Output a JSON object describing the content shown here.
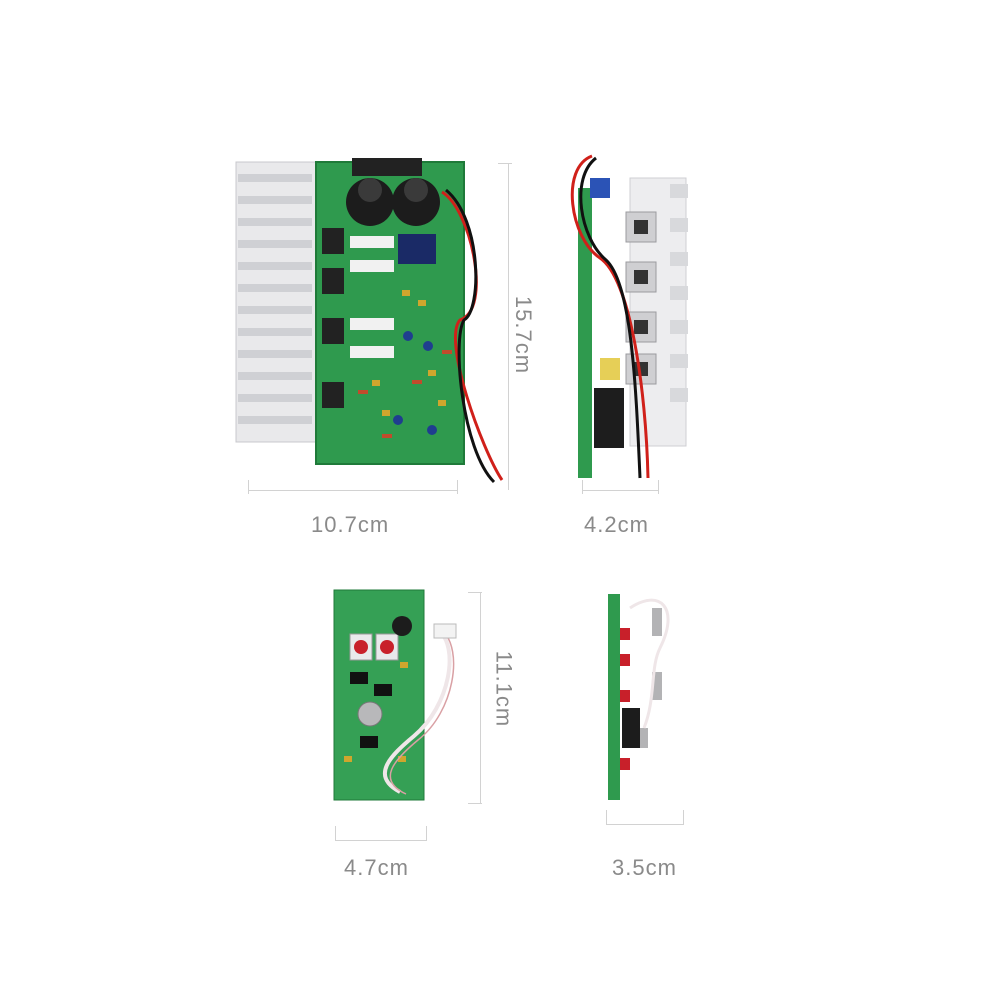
{
  "boards": {
    "main_amp": {
      "width_label": "10.7cm",
      "height_label": "15.7cm"
    },
    "side_amp": {
      "width_label": "4.2cm"
    },
    "preamp": {
      "width_label": "4.7cm",
      "height_label": "11.1cm"
    },
    "side_preamp": {
      "width_label": "3.5cm"
    }
  },
  "colors": {
    "pcb_green": "#2f9a4e",
    "heatsink": "#e8e8ea",
    "capacitor": "#1c1c1c",
    "wire_red": "#d0201a",
    "wire_black": "#111111",
    "dimension_text": "#8a8a8a"
  }
}
